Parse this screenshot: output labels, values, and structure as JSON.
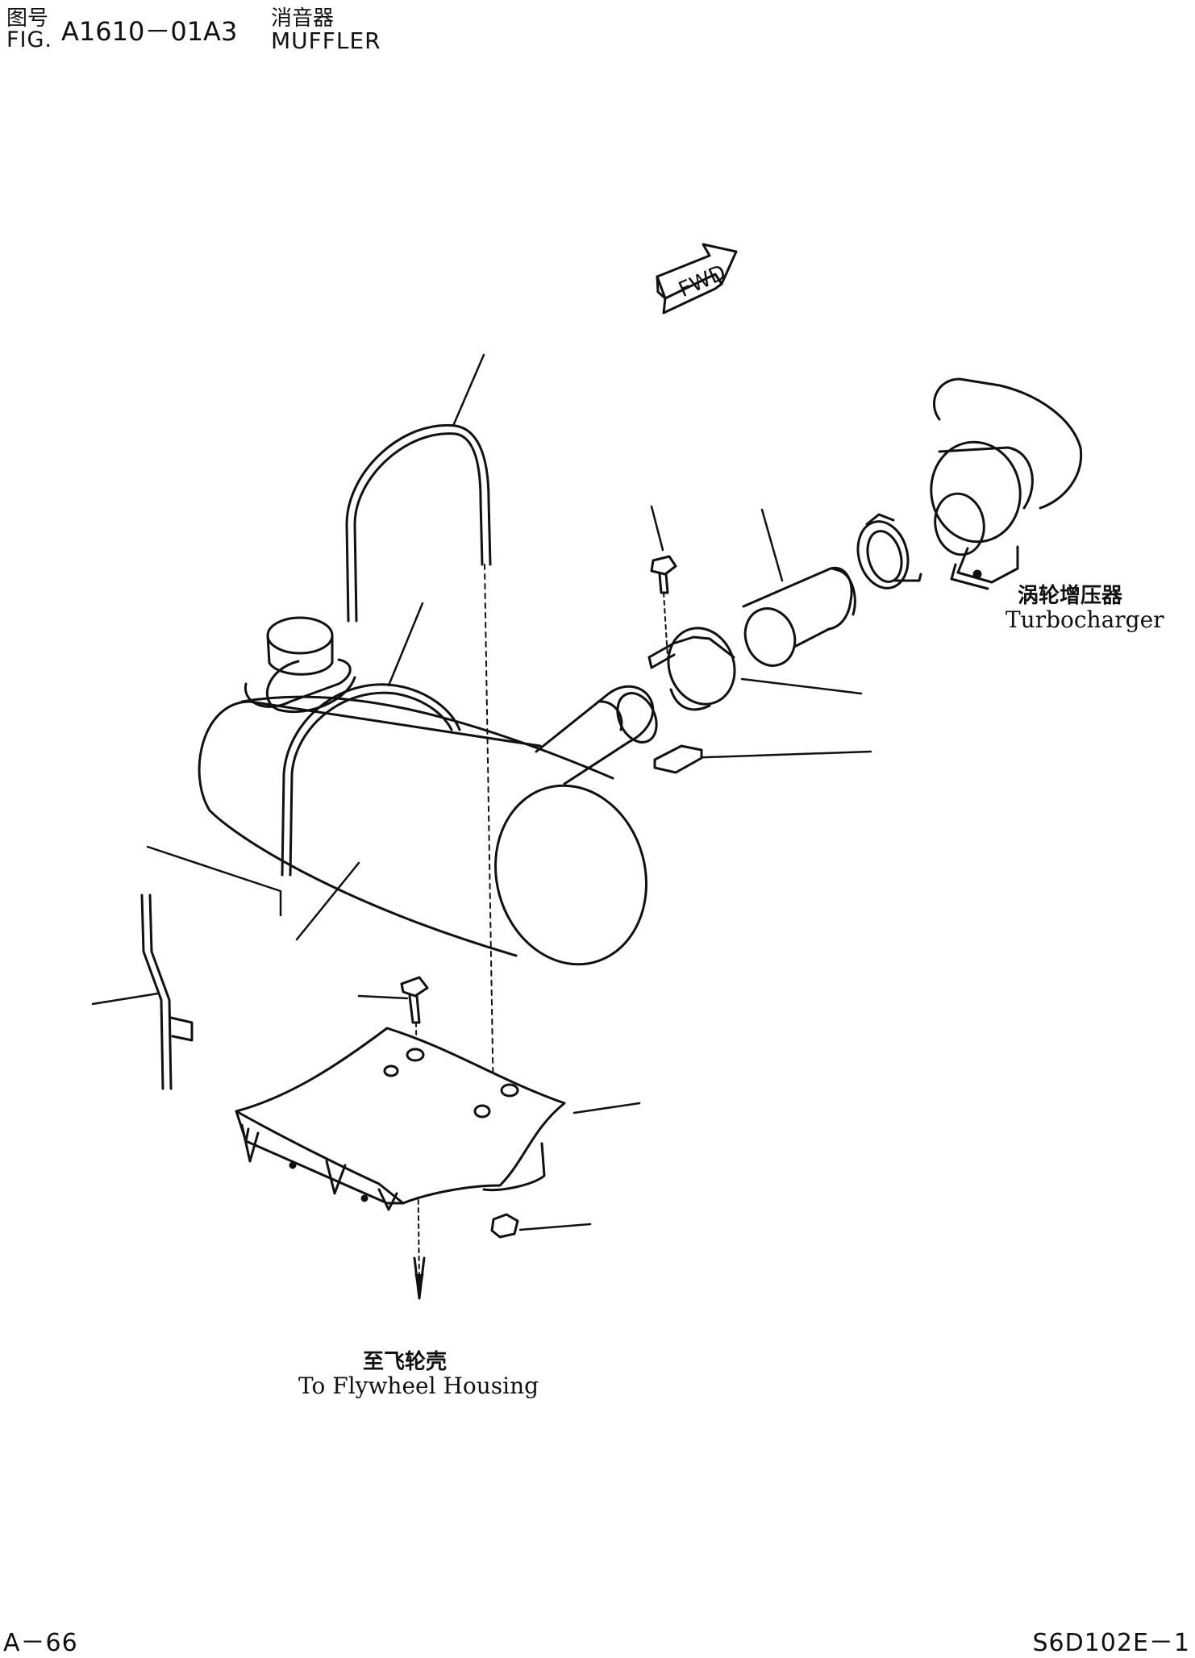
{
  "header": {
    "fig_cn": "图号",
    "fig_en": "FIG.",
    "fig_number": "A1610－01A3",
    "title_cn": "消音器",
    "title_en": "MUFFLER"
  },
  "diagram": {
    "fwd_label": "FWD",
    "turbocharger_cn": "涡轮增压器",
    "turbocharger_en": "Turbocharger",
    "flywheel_cn": "至飞轮壳",
    "flywheel_en": "To Flywheel Housing"
  },
  "footer": {
    "page": "A－66",
    "model": "S6D102E－1"
  }
}
